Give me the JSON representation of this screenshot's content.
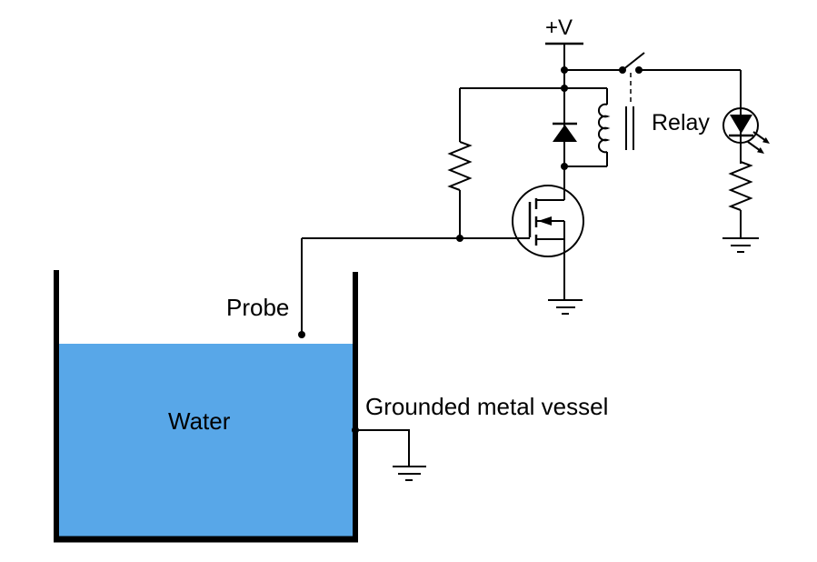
{
  "title": "Water level sensor circuit schematic",
  "labels": {
    "supply": "+V",
    "relay": "Relay",
    "probe": "Probe",
    "water": "Water",
    "vessel": "Grounded metal vessel"
  },
  "colors": {
    "water": "#58A7E8",
    "line": "#000000",
    "background": "#FFFFFF"
  },
  "components": [
    "power-rail",
    "relay-contact-switch",
    "relay-coil",
    "relay-iron-core",
    "flyback-diode",
    "gate-resistor",
    "n-channel-mosfet",
    "led",
    "led-resistor",
    "ground-symbol",
    "probe-wire",
    "water-vessel"
  ]
}
